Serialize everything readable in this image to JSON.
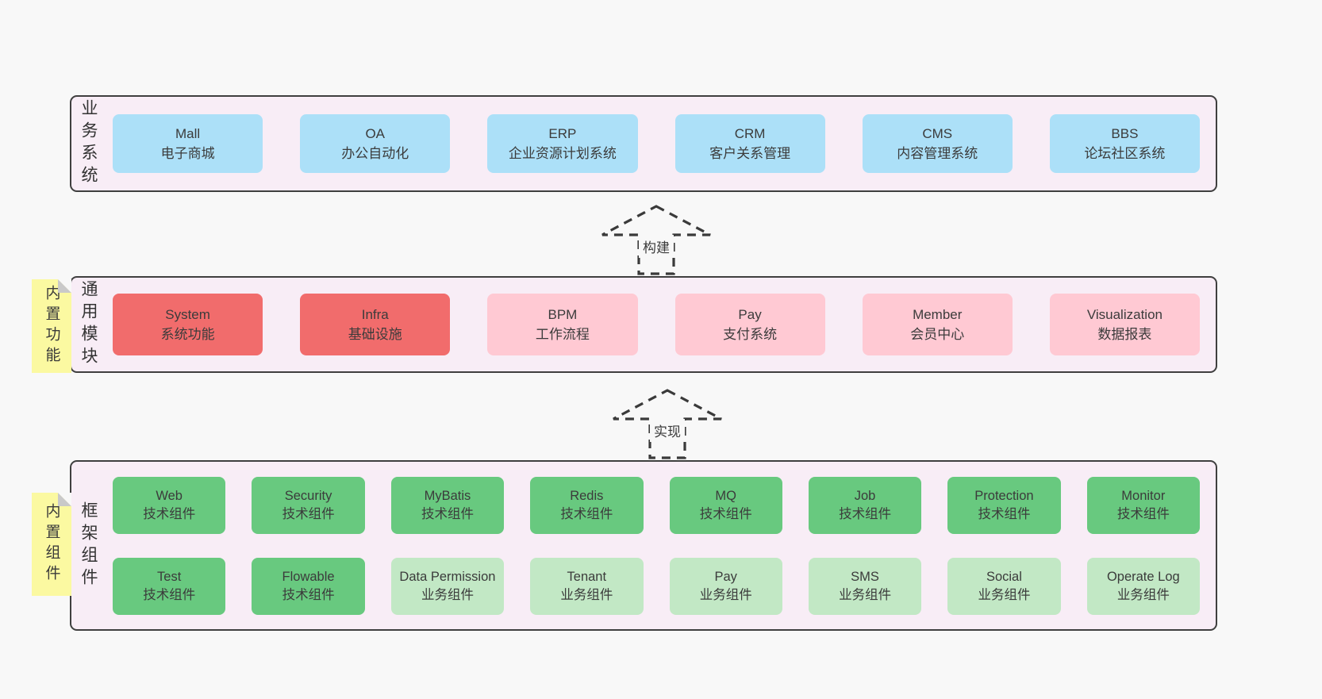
{
  "colors": {
    "page_bg": "#f8f8f8",
    "band_bg": "#f8edf6",
    "band_border": "#3f3f3f",
    "blue_box": "#ace0f8",
    "red_box": "#f16c6c",
    "pink_box": "#ffc9d3",
    "green_box": "#68c97f",
    "light_green_box": "#c2e8c5",
    "note_yellow": "#fbf9a1",
    "text": "#3b3b3b"
  },
  "arrows": [
    {
      "label": "构建"
    },
    {
      "label": "实现"
    }
  ],
  "layers": [
    {
      "label": "业务系统",
      "boxes": [
        {
          "title": "Mall",
          "subtitle": "电子商城"
        },
        {
          "title": "OA",
          "subtitle": "办公自动化"
        },
        {
          "title": "ERP",
          "subtitle": "企业资源计划系统"
        },
        {
          "title": "CRM",
          "subtitle": "客户关系管理"
        },
        {
          "title": "CMS",
          "subtitle": "内容管理系统"
        },
        {
          "title": "BBS",
          "subtitle": "论坛社区系统"
        }
      ]
    },
    {
      "label": "通用模块",
      "note": "内置功能",
      "boxes": [
        {
          "title": "System",
          "subtitle": "系统功能"
        },
        {
          "title": "Infra",
          "subtitle": "基础设施"
        },
        {
          "title": "BPM",
          "subtitle": "工作流程"
        },
        {
          "title": "Pay",
          "subtitle": "支付系统"
        },
        {
          "title": "Member",
          "subtitle": "会员中心"
        },
        {
          "title": "Visualization",
          "subtitle": "数据报表"
        }
      ]
    },
    {
      "label": "框架组件",
      "note": "内置组件",
      "rows": [
        [
          {
            "title": "Web",
            "subtitle": "技术组件"
          },
          {
            "title": "Security",
            "subtitle": "技术组件"
          },
          {
            "title": "MyBatis",
            "subtitle": "技术组件"
          },
          {
            "title": "Redis",
            "subtitle": "技术组件"
          },
          {
            "title": "MQ",
            "subtitle": "技术组件"
          },
          {
            "title": "Job",
            "subtitle": "技术组件"
          },
          {
            "title": "Protection",
            "subtitle": "技术组件"
          },
          {
            "title": "Monitor",
            "subtitle": "技术组件"
          }
        ],
        [
          {
            "title": "Test",
            "subtitle": "技术组件"
          },
          {
            "title": "Flowable",
            "subtitle": "技术组件"
          },
          {
            "title": "Data Permission",
            "subtitle": "业务组件"
          },
          {
            "title": "Tenant",
            "subtitle": "业务组件"
          },
          {
            "title": "Pay",
            "subtitle": "业务组件"
          },
          {
            "title": "SMS",
            "subtitle": "业务组件"
          },
          {
            "title": "Social",
            "subtitle": "业务组件"
          },
          {
            "title": "Operate Log",
            "subtitle": "业务组件"
          }
        ]
      ]
    }
  ]
}
